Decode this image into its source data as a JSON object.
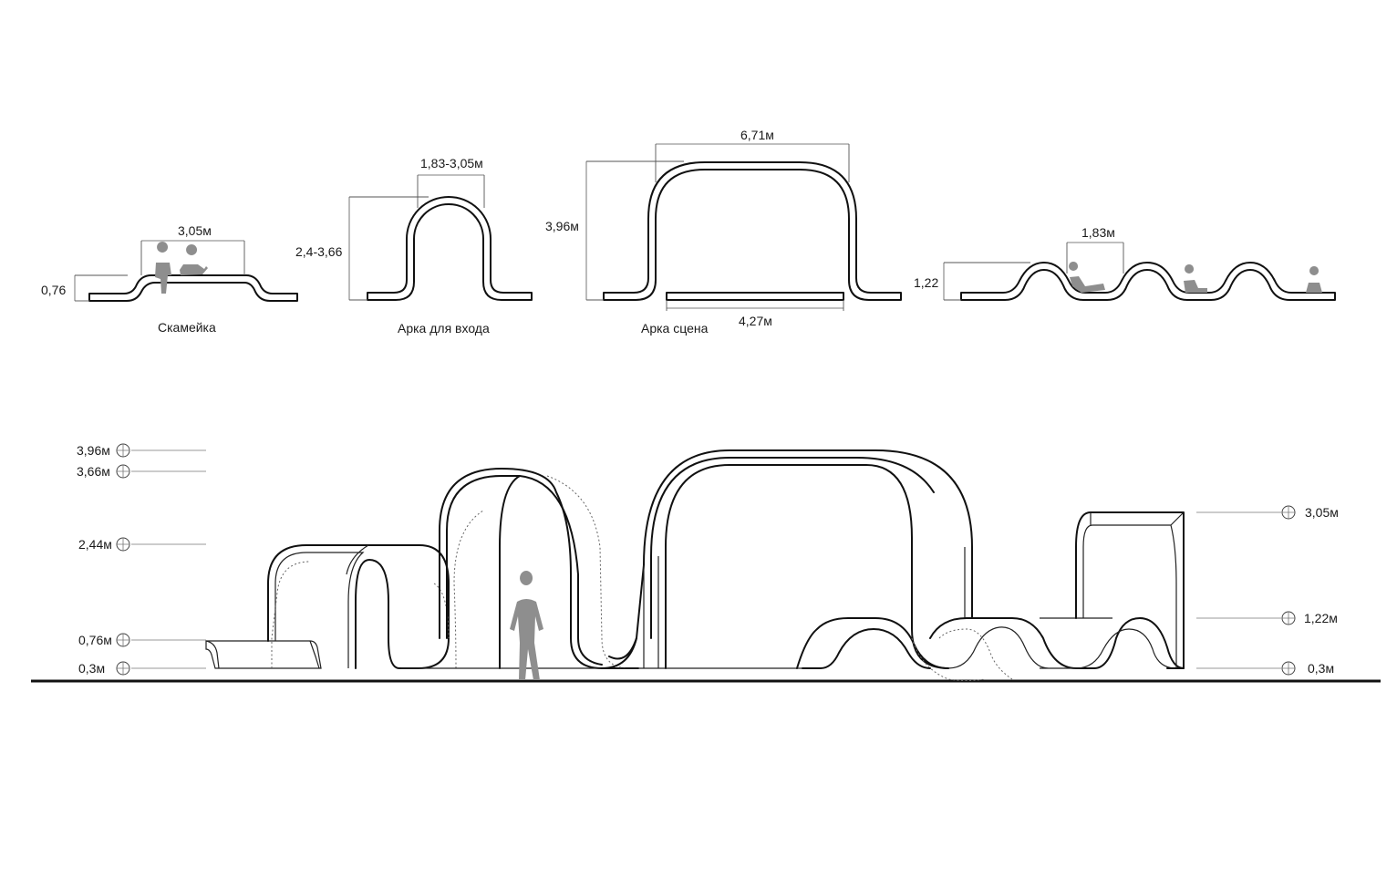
{
  "profiles": {
    "bench": {
      "name": "Скамейка",
      "width": "3,05м",
      "height": "0,76"
    },
    "entrance_arch": {
      "name": "Арка для входа",
      "width": "1,83-3,05м",
      "height": "2,4-3,66"
    },
    "stage_arch": {
      "name": "Арка сцена",
      "width_top": "6,71м",
      "width_stage": "4,27м",
      "height": "3,96м"
    },
    "wave": {
      "width": "1,83м",
      "height": "1,22"
    }
  },
  "elevation": {
    "levels_left": [
      "3,96м",
      "3,66м",
      "2,44м",
      "0,76м",
      "0,3м"
    ],
    "levels_right": [
      "3,05м",
      "1,22м",
      "0,3м"
    ]
  }
}
